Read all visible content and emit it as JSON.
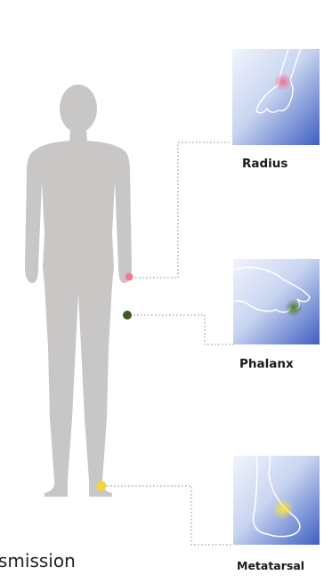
{
  "sites": [
    {
      "id": "radius",
      "label": "Radius",
      "marker_color": "#f07a92"
    },
    {
      "id": "phalanx",
      "label": "Phalanx",
      "marker_color": "#3f5a23"
    },
    {
      "id": "metatarsal",
      "label": "Metatarsal",
      "marker_color": "#f6d53b"
    }
  ],
  "footer_text": "smission",
  "colors": {
    "silhouette": "#c9c6c6",
    "panel_light": "#eef2fb",
    "panel_dark": "#3f5fc2",
    "leader": "#8a8a8a"
  },
  "icons": [
    "arm-wrist-icon",
    "hand-icon",
    "foot-icon"
  ]
}
